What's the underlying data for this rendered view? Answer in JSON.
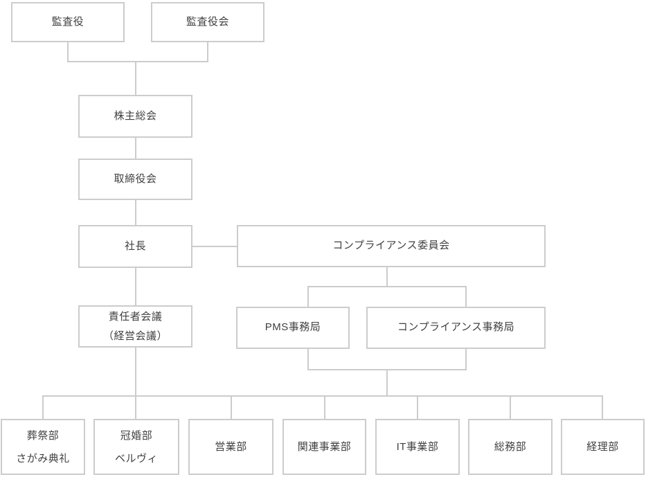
{
  "diagram": {
    "type": "org-chart",
    "language": "ja"
  },
  "nodes": {
    "auditor": {
      "label": "監査役"
    },
    "board_of_auditors": {
      "label": "監査役会"
    },
    "shareholders_meeting": {
      "label": "株主総会"
    },
    "board_of_directors": {
      "label": "取締役会"
    },
    "president": {
      "label": "社長"
    },
    "compliance_committee": {
      "label": "コンプライアンス委員会"
    },
    "managers_meeting": {
      "label": "責任者会議",
      "label2": "（経営会議）"
    },
    "pms_office": {
      "label": "PMS事務局"
    },
    "compliance_office": {
      "label": "コンプライアンス事務局"
    },
    "funeral_dept": {
      "label": "葬祭部",
      "label2": "さがみ典礼"
    },
    "wedding_dept": {
      "label": "冠婚部",
      "label2": "ベルヴィ"
    },
    "sales_dept": {
      "label": "営業部"
    },
    "related_business_dept": {
      "label": "関連事業部"
    },
    "it_business_dept": {
      "label": "IT事業部"
    },
    "general_affairs_dept": {
      "label": "総務部"
    },
    "accounting_dept": {
      "label": "経理部"
    }
  },
  "edges": [
    {
      "from": "auditor",
      "to": "shareholders_meeting"
    },
    {
      "from": "board_of_auditors",
      "to": "shareholders_meeting"
    },
    {
      "from": "shareholders_meeting",
      "to": "board_of_directors"
    },
    {
      "from": "board_of_directors",
      "to": "president"
    },
    {
      "from": "president",
      "to": "compliance_committee"
    },
    {
      "from": "president",
      "to": "managers_meeting"
    },
    {
      "from": "compliance_committee",
      "to": "pms_office"
    },
    {
      "from": "compliance_committee",
      "to": "compliance_office"
    },
    {
      "from": "managers_meeting",
      "to": "departments_bus"
    },
    {
      "from": "pms_office",
      "to": "departments_bus"
    },
    {
      "from": "compliance_office",
      "to": "departments_bus"
    },
    {
      "from": "departments_bus",
      "to": "funeral_dept"
    },
    {
      "from": "departments_bus",
      "to": "wedding_dept"
    },
    {
      "from": "departments_bus",
      "to": "sales_dept"
    },
    {
      "from": "departments_bus",
      "to": "related_business_dept"
    },
    {
      "from": "departments_bus",
      "to": "it_business_dept"
    },
    {
      "from": "departments_bus",
      "to": "general_affairs_dept"
    },
    {
      "from": "departments_bus",
      "to": "accounting_dept"
    }
  ],
  "colors": {
    "background": "#ffffff",
    "box_border": "#cccccc",
    "connector_line": "#cccccc",
    "text": "#404040"
  }
}
